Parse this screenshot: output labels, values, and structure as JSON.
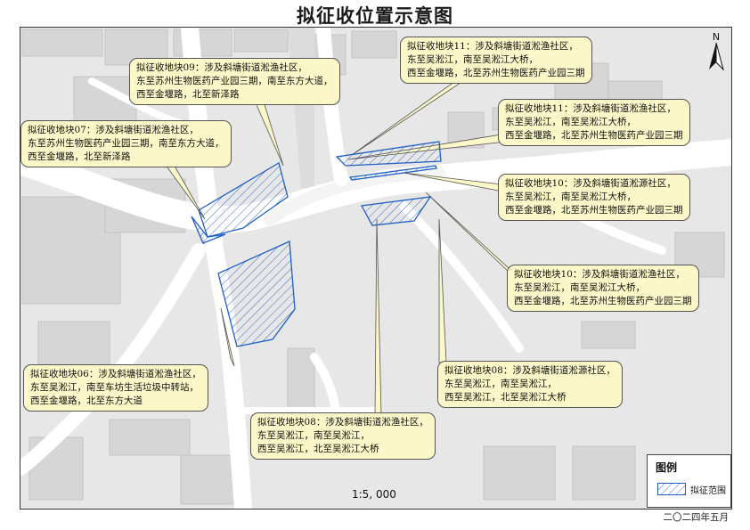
{
  "title": "拟征收位置示意图",
  "north_label": "N",
  "scale_text": "1:5, 000",
  "legend": {
    "title": "图例",
    "item_label": "拟征范围"
  },
  "date": "二〇二四年五月",
  "colors": {
    "parcel_stroke": "#1f5fc4",
    "callout_fill": "#fbf7c8",
    "map_bg": "#e7e7e7",
    "road": "#ffffff"
  },
  "callouts": {
    "p09": [
      "拟征收地块09：涉及斜塘街道淞渔社区，",
      "东至苏州生物医药产业园三期，南至东方大道，",
      "西至金堰路，北至新泽路"
    ],
    "p07": [
      "拟征收地块07：涉及斜塘街道淞渔社区，",
      "东至苏州生物医药产业园三期，南至东方大道，",
      "西至金堰路，北至新泽路"
    ],
    "p11a": [
      "拟征收地块11：涉及斜塘街道淞渔社区，",
      "东至吴淞江，南至吴淞江大桥，",
      "西至金堰路，北至苏州生物医药产业园三期"
    ],
    "p11b": [
      "拟征收地块11：涉及斜塘街道淞渔社区，",
      "东至吴淞江，南至吴淞江大桥，",
      "西至金堰路，北至苏州生物医药产业园三期"
    ],
    "p10a": [
      "拟征收地块10：涉及斜塘街道淞源社区，",
      "东至吴淞江，南至吴淞江大桥，",
      "西至金堰路，北至苏州生物医药产业园三期"
    ],
    "p10b": [
      "拟征收地块10：涉及斜塘街道淞渔社区，",
      "东至吴淞江，南至吴淞江大桥，",
      "西至金堰路，北至苏州生物医药产业园三期"
    ],
    "p06": [
      "拟征收地块06：涉及斜塘街道淞渔社区，",
      "东至吴淞江，南至车坊生活垃圾中转站，",
      "西至金堰路，北至东方大道"
    ],
    "p08a": [
      "拟征收地块08：涉及斜塘街道淞渔社区，",
      "东至吴淞江，南至吴淞江，",
      "西至吴淞江，北至吴淞江大桥"
    ],
    "p08b": [
      "拟征收地块08：涉及斜塘街道淞源社区，",
      "东至吴淞江，南至吴淞江，",
      "西至吴淞江，北至吴淞江大桥"
    ]
  }
}
